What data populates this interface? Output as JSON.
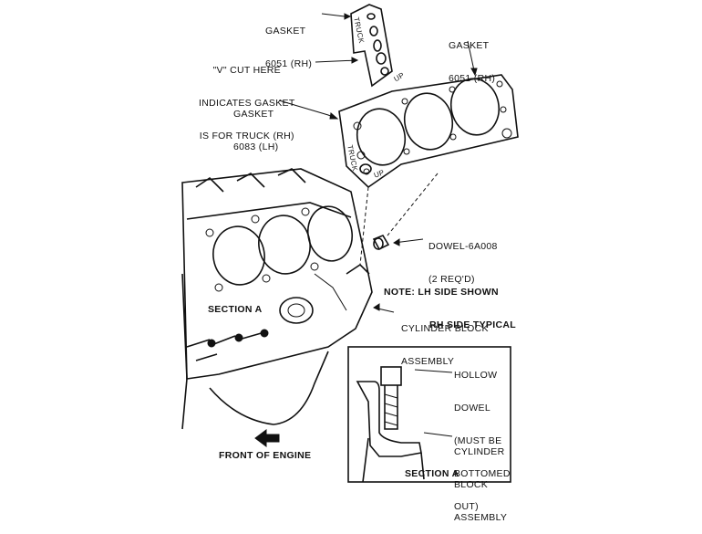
{
  "labels": {
    "gasket_rh_top": [
      "GASKET",
      "6051 (RH)"
    ],
    "gasket_rh_right": [
      "GASKET",
      "6051 (RH)"
    ],
    "v_cut": [
      "\"V\" CUT HERE",
      "INDICATES GASKET",
      "IS FOR TRUCK (RH)"
    ],
    "gasket_lh": [
      "GASKET",
      "6083 (LH)"
    ],
    "dowel": [
      "DOWEL-6A008",
      "(2 REQ'D)"
    ],
    "note": [
      "NOTE: LH SIDE SHOWN",
      "RH SIDE TYPICAL"
    ],
    "cylinder_block": [
      "CYLINDER BLOCK",
      "ASSEMBLY"
    ],
    "section_a_main": "SECTION A",
    "hollow_dowel": [
      "HOLLOW",
      "DOWEL",
      "(MUST BE",
      "BOTTOMED",
      "OUT)"
    ],
    "cylinder_block_inset": [
      "CYLINDER",
      "BLOCK",
      "ASSEMBLY"
    ],
    "section_a_inset": "SECTION A",
    "front_of_engine": "FRONT OF ENGINE",
    "gasket_stamp_truck": "TRUCK",
    "gasket_stamp_up": "UP"
  }
}
